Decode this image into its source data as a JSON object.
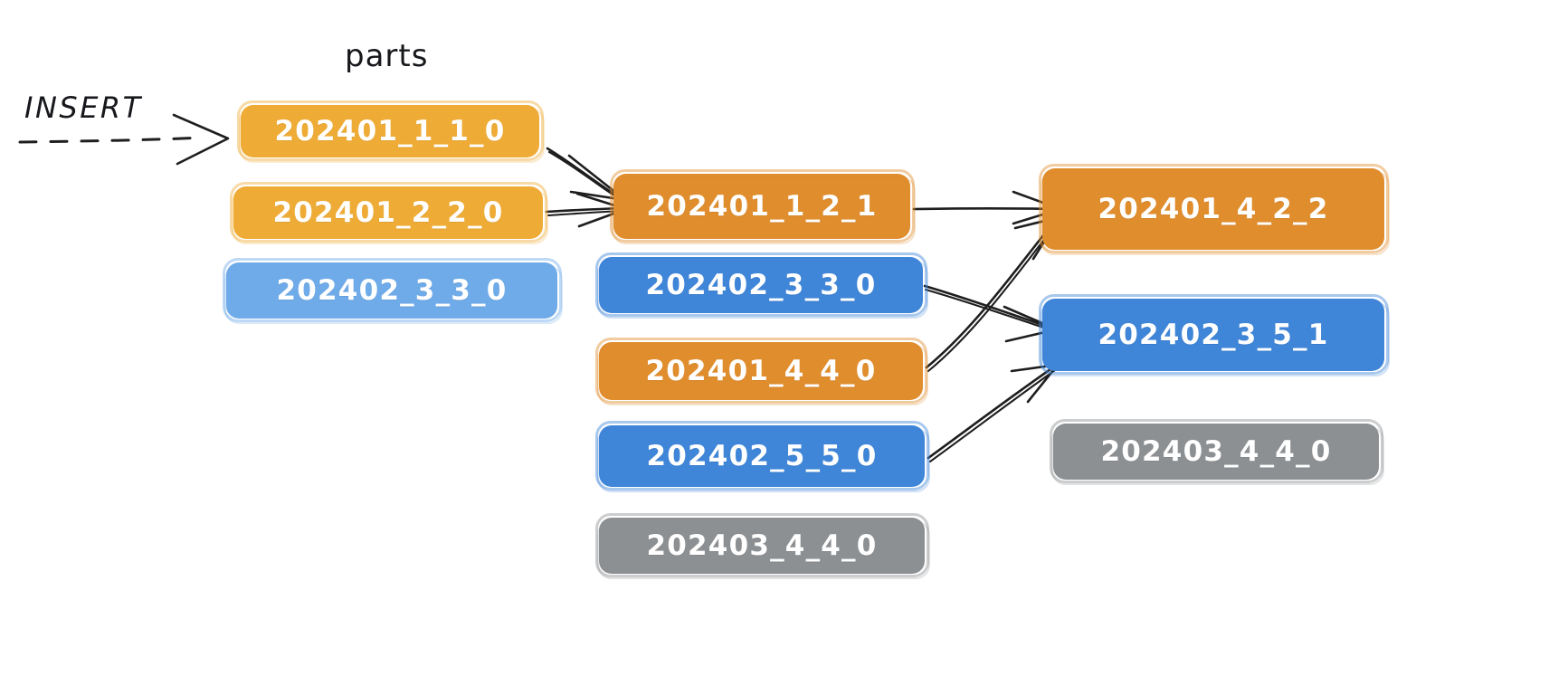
{
  "diagram": {
    "title": "parts",
    "insert_label": "INSERT",
    "background": "#ffffff",
    "palette": {
      "light_orange": "#eeac37",
      "orange": "#e08d2e",
      "light_blue": "#6fabe8",
      "blue": "#3f85d8",
      "gray": "#8d9093",
      "stroke": "#1e1e1e",
      "text_on_box": "#ffffff",
      "text": "#17181c"
    },
    "columns": [
      {
        "name": "generation-1",
        "boxes": [
          {
            "label": "202401_1_1_0",
            "color": "light_orange"
          },
          {
            "label": "202401_2_2_0",
            "color": "light_orange"
          },
          {
            "label": "202402_3_3_0",
            "color": "light_blue"
          }
        ]
      },
      {
        "name": "generation-2",
        "boxes": [
          {
            "label": "202401_1_2_1",
            "color": "orange"
          },
          {
            "label": "202402_3_3_0",
            "color": "blue"
          },
          {
            "label": "202401_4_4_0",
            "color": "orange"
          },
          {
            "label": "202402_5_5_0",
            "color": "blue"
          },
          {
            "label": "202403_4_4_0",
            "color": "gray"
          }
        ]
      },
      {
        "name": "generation-3",
        "boxes": [
          {
            "label": "202401_4_2_2",
            "color": "orange"
          },
          {
            "label": "202402_3_5_1",
            "color": "blue"
          },
          {
            "label": "202403_4_4_0",
            "color": "gray"
          }
        ]
      }
    ],
    "edges": [
      {
        "from": "202401_1_1_0",
        "to": "202401_1_2_1"
      },
      {
        "from": "202401_2_2_0",
        "to": "202401_1_2_1"
      },
      {
        "from": "202401_1_2_1",
        "to": "202401_4_2_2"
      },
      {
        "from": "202401_4_4_0",
        "to": "202401_4_2_2"
      },
      {
        "from": "202402_3_3_0",
        "to": "202402_3_5_1"
      },
      {
        "from": "202402_5_5_0",
        "to": "202402_3_5_1"
      }
    ]
  }
}
